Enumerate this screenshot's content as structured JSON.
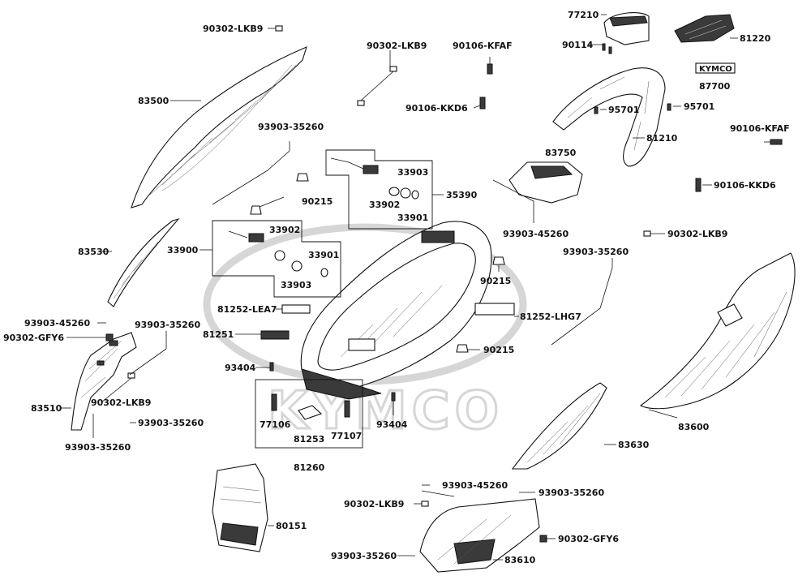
{
  "watermark": "KYMCO",
  "logo_badge": "KYMCO",
  "labels": {
    "p77210": "77210",
    "p81220": "81220",
    "p90302_top_left": "90302-LKB9",
    "p90302_mid": "90302-LKB9",
    "p90106_kfaf_top": "90106-KFAF",
    "p90114": "90114",
    "p87700": "87700",
    "p83500": "83500",
    "p90106_kkd6_top": "90106-KKD6",
    "p95701_a": "95701",
    "p95701_b": "95701",
    "p93903_35260_a": "93903-35260",
    "p81210": "81210",
    "p90106_kfaf_right": "90106-KFAF",
    "p83750": "83750",
    "p33903_a": "33903",
    "p90215_a": "90215",
    "p33902_a": "33902",
    "p35390": "35390",
    "p33901_a": "33901",
    "p90106_kkd6_right": "90106-KKD6",
    "p93903_45260_a": "93903-45260",
    "p90302_lkb9_right": "90302-LKB9",
    "p33902_b": "33902",
    "p83530": "83530",
    "p33900": "33900",
    "p33901_b": "33901",
    "p93903_35260_b": "93903-35260",
    "p33903_b": "33903",
    "p90215_b": "90215",
    "p81252_lea7": "81252-LEA7",
    "p81252_lhg7": "81252-LHG7",
    "p93903_45260_b": "93903-45260",
    "p90302_gfy6_left": "90302-GFY6",
    "p93903_35260_c": "93903-35260",
    "p81251": "81251",
    "p90215_c": "90215",
    "p93404_a": "93404",
    "p90302_lkb9_left": "90302-LKB9",
    "p83510": "83510",
    "p93903_35260_d": "93903-35260",
    "p77106": "77106",
    "p81253": "81253",
    "p77107": "77107",
    "p93404_b": "93404",
    "p83600": "83600",
    "p93903_35260_e": "93903-35260",
    "p83630": "83630",
    "p81260": "81260",
    "p93903_45260_c": "93903-45260",
    "p93903_35260_f": "93903-35260",
    "p90302_lkb9_bottom": "90302-LKB9",
    "p80151": "80151",
    "p90302_gfy6_right": "90302-GFY6",
    "p93903_35260_g": "93903-35260",
    "p83610": "83610"
  }
}
